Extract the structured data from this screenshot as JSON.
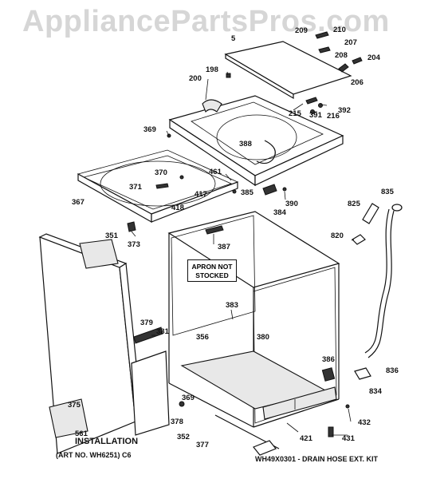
{
  "watermark": "AppliancePartsPros.com",
  "apron_note": [
    "APRON NOT",
    "STOCKED"
  ],
  "installation": [
    "561",
    "INSTALLATION"
  ],
  "art_no": "(ART NO. WH6251) C6",
  "kit_caption": "WH49X0301 - DRAIN HOSE EXT. KIT",
  "callouts": {
    "p_top": "5",
    "p209": "209",
    "p210": "210",
    "p207": "207",
    "p208": "208",
    "p204": "204",
    "p206": "206",
    "p198": "198",
    "p200": "200",
    "p392": "392",
    "p215": "215",
    "p391": "391",
    "p216": "216",
    "p369a": "369",
    "p388": "388",
    "p461": "461",
    "p370": "370",
    "p371": "371",
    "p417": "417",
    "p418": "418",
    "p367": "367",
    "p385": "385",
    "p390": "390",
    "p384": "384",
    "p835": "835",
    "p825": "825",
    "p351": "351",
    "p373": "373",
    "p387": "387",
    "p820": "820",
    "p383": "383",
    "p379": "379",
    "p381": "381",
    "p356": "356",
    "p380": "380",
    "p386": "386",
    "p836": "836",
    "p834": "834",
    "p369b": "369",
    "p375": "375",
    "p378": "378",
    "p352": "352",
    "p377": "377",
    "p421": "421",
    "p432": "432",
    "p431": "431"
  }
}
